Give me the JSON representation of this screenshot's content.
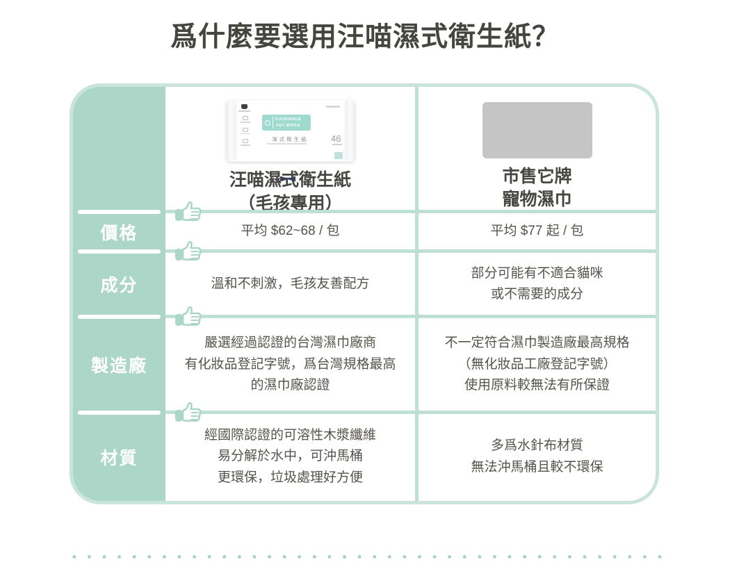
{
  "title": "爲什麼要選用汪喵濕式衛生紙？",
  "table": {
    "columns": {
      "ours": {
        "name": "汪喵濕式衛生紙\n（毛孩專用）"
      },
      "theirs": {
        "name": "市售它牌\n寵物濕巾"
      }
    },
    "rows": [
      {
        "label": "價格",
        "ours": "平均 $62~68 / 包",
        "theirs": "平均 $77 起 / 包"
      },
      {
        "label": "成分",
        "ours": "溫和不刺激，毛孩友善配方",
        "theirs": "部分可能有不適合貓咪\n或不需要的成分"
      },
      {
        "label": "製造廠",
        "ours": "嚴選經過認證的台灣濕巾廠商\n有化妝品登記字號，爲台灣規格最高\n的濕巾廠認證",
        "theirs": "不一定符合濕巾製造廠最高規格\n（無化妝品工廠登記字號）\n使用原料較無法有所保證"
      },
      {
        "label": "材質",
        "ours": "經國際認證的可溶性木漿纖維\n易分解於水中，可沖馬桶\n更環保，垃圾處理好方便",
        "theirs": "多爲水針布材質\n無法沖馬桶且較不環保"
      }
    ]
  },
  "package": {
    "band_text": "FLUSHABLE\nPET WIPES",
    "product_line": "濕式衛生紙",
    "count": "46"
  },
  "colors": {
    "mint_fill": "#abd6c8",
    "mint_line": "#bedfd4",
    "border": "#c9e5da",
    "title_text": "#454540",
    "cell_text": "#55534b",
    "gray_placeholder": "#c5c5c5",
    "band_mint": "#9edace",
    "dots": "#9fd2c3"
  }
}
